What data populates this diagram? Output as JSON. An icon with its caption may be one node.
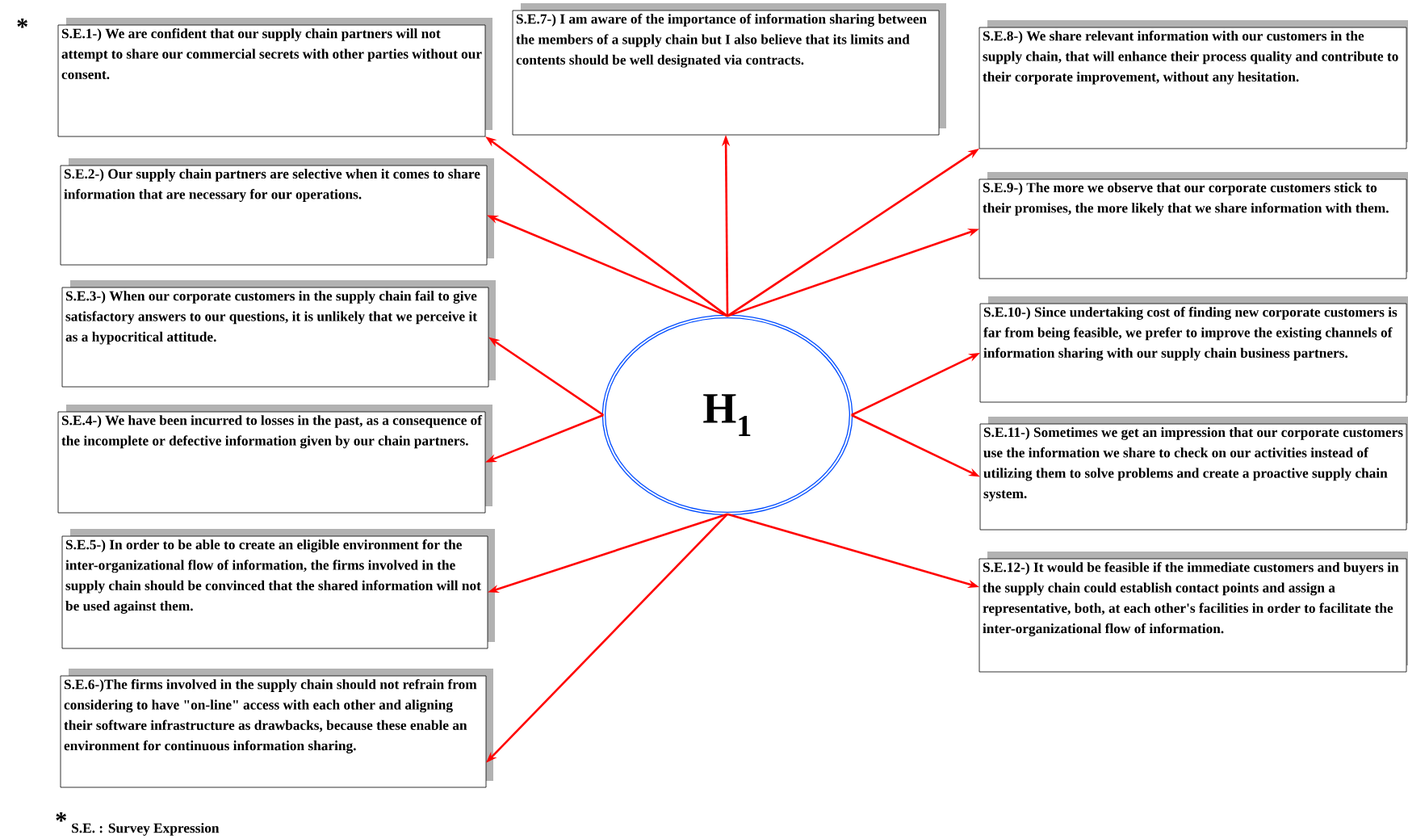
{
  "diagram": {
    "nodes": [
      {
        "text": [
          "S.E.1-) We are confident that our supply chain partners will not attempt to share our commercial secrets with other parties without our consent."
        ]
      },
      {
        "text": [
          "S.E.2-) Our supply chain partners are selective when it comes to share information that are necessary for our operations."
        ]
      },
      {
        "text": [
          "S.E.3-) When our corporate customers in the supply chain fail to give satisfactory answers to our questions, it is unlikely that we perceive it as a hypocritical attitude."
        ]
      },
      {
        "text": [
          "S.E.4-) We have been incurred to losses in the past, as a consequence of the incomplete or defective information given by our chain partners."
        ]
      },
      {
        "text": [
          "S.E.5-) In order to be able to create an eligible environment for the inter-organizational flow of information, the firms involved in the supply chain should be convinced that the shared information will not be used against them."
        ]
      },
      {
        "text": [
          "S.E.6-)The firms involved in the supply chain should not refrain from considering to have \"on-line\" access with each other and aligning their software infrastructure as drawbacks, because these enable an environment for continuous information sharing."
        ]
      },
      {
        "text": [
          "S.E.7-) I am aware of the importance of information sharing between the members of a supply chain but I also believe that its limits and contents should be well designated via contracts."
        ]
      },
      {
        "text": [
          "S.E.8-) We share relevant information with our customers in the supply chain, that will enhance their process quality and contribute to their corporate improvement, without any hesitation."
        ]
      },
      {
        "text": [
          "S.E.9-) The more we observe that our corporate customers stick to their promises, the more likely that we share information with them."
        ]
      },
      {
        "text": [
          "S.E.10-) Since undertaking cost of finding new corporate customers is far from being feasible, we prefer to improve the existing channels of information sharing with our supply chain business partners."
        ]
      },
      {
        "text": [
          "S.E.11-) Sometimes we get an impression that our corporate customers use the information we share to check on our activities instead of utilizing them to solve problems and create a proactive supply chain system."
        ]
      },
      {
        "text": [
          "S.E.12-) It would be feasible if the immediate customers and buyers in the supply chain could establish contact points and assign a representative, both, at each other's facilities in order to facilitate the inter-organizational flow of information."
        ]
      },
      {
        "text": [
          "H$_{1}$"
        ]
      }
    ],
    "edges": [
      {
        "from": 12,
        "to": 0,
        "arrow": "to"
      },
      {
        "from": 12,
        "to": 1,
        "arrow": "to"
      },
      {
        "from": 12,
        "to": 2,
        "arrow": "to"
      },
      {
        "from": 12,
        "to": 3,
        "arrow": "to"
      },
      {
        "from": 12,
        "to": 4,
        "arrow": "to"
      },
      {
        "from": 12,
        "to": 5,
        "arrow": "to"
      },
      {
        "from": 12,
        "to": 6,
        "arrow": "to"
      },
      {
        "from": 12,
        "to": 7,
        "arrow": "to"
      },
      {
        "from": 12,
        "to": 8,
        "arrow": "to"
      },
      {
        "from": 12,
        "to": 9,
        "arrow": "to"
      },
      {
        "from": 12,
        "to": 10,
        "arrow": "to"
      },
      {
        "from": 12,
        "to": 11,
        "arrow": "to"
      }
    ],
    "labels": [
      "*",
      "*",
      "S.E. : Survey Expression"
    ]
  }
}
